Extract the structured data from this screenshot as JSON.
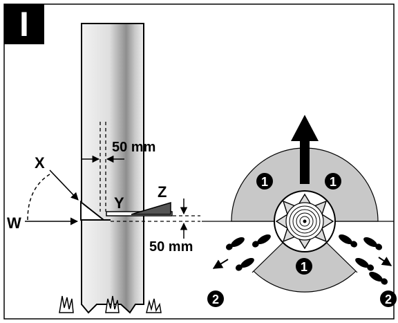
{
  "panel": {
    "letter": "I"
  },
  "labels": {
    "x": "X",
    "w": "W",
    "y": "Y",
    "z": "Z",
    "dim_top": "50 mm",
    "dim_bottom": "50 mm"
  },
  "zones": {
    "danger_left": "1",
    "danger_right": "1",
    "danger_back": "1",
    "retreat_left": "2",
    "retreat_right": "2"
  },
  "icons": {
    "fall_direction": "arrow-up-icon",
    "footprints": "footprints-icon",
    "grass": "grass-icon",
    "rings": "tree-rings-icon"
  },
  "colors": {
    "zone_fill": "#c8c8c8",
    "trunk_light": "#efefef",
    "trunk_dark": "#9a9a9a",
    "ink": "#000000"
  }
}
